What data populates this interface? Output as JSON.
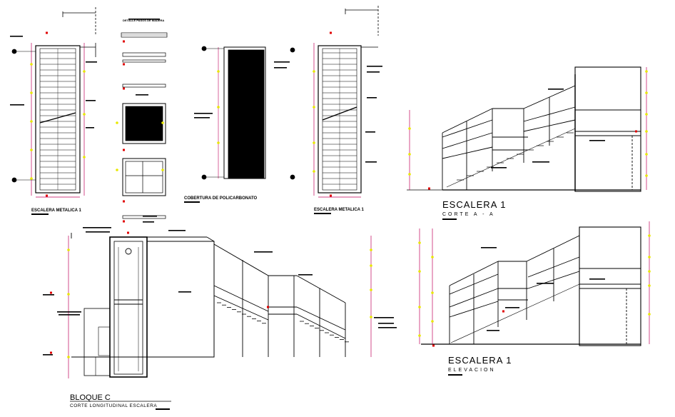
{
  "labels": {
    "plan_left_title": "ESCALERA METALICA 1",
    "plan_right_title": "ESCALERA METALICA 1",
    "detalle_title": "DETALLE PASOS DE MADERA",
    "cubierta_title": "COBERTURA DE POLICARBONATO",
    "section_aa_title": "ESCALERA 1",
    "section_aa_sub": "CORTE A - A",
    "elevation_title": "ESCALERA 1",
    "elevation_sub": "ELEVACION",
    "bloque_title": "BLOQUE C",
    "bloque_sub": "CORTE LONGITUDINAL ESCALERA"
  },
  "colors": {
    "line": "#000000",
    "dimension": "#c0005a",
    "marker": "#e8e800",
    "red_tag": "#e00000"
  }
}
